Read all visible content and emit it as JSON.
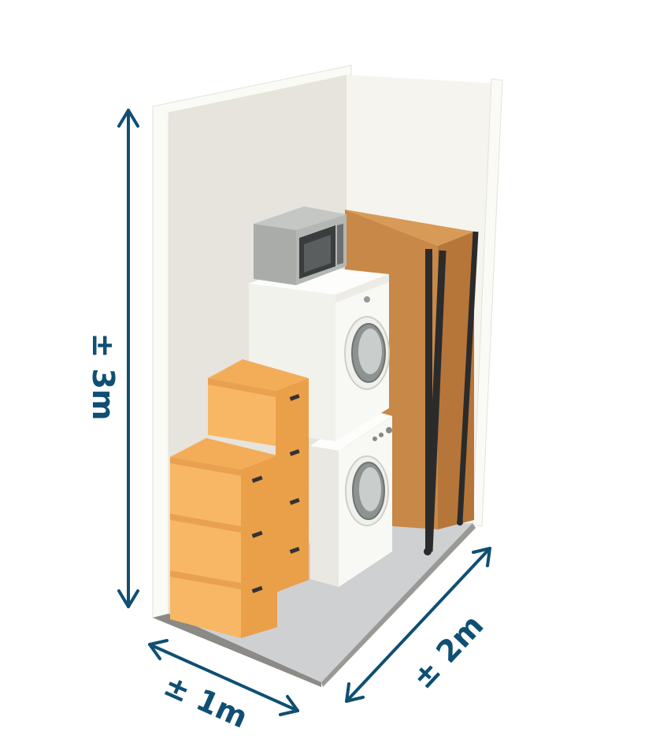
{
  "dimensions": {
    "height_label": "± 3m",
    "width_label": "± 1m",
    "depth_label": "± 2m"
  },
  "colors": {
    "arrow": "#0f4f73",
    "wall_left": "#e6e4dc",
    "wall_back": "#f5f4ee",
    "wall_edge": "#fbfbf6",
    "floor": "#cfd0d2",
    "floor_edge": "#8b8a86",
    "box": "#f7b765",
    "box_lid": "#f3ad58",
    "box_side": "#ea9f49",
    "cabinet": "#c88847",
    "cabinet_side": "#b6763a",
    "appliance": "#f8f8f4",
    "appliance_side": "#e9e8e2",
    "microwave": "#a9aca9"
  },
  "objects": [
    "storage-unit",
    "microwave-icon",
    "dryer-icon",
    "washing-machine-icon",
    "wardrobe-icon",
    "cardboard-box-icon"
  ]
}
